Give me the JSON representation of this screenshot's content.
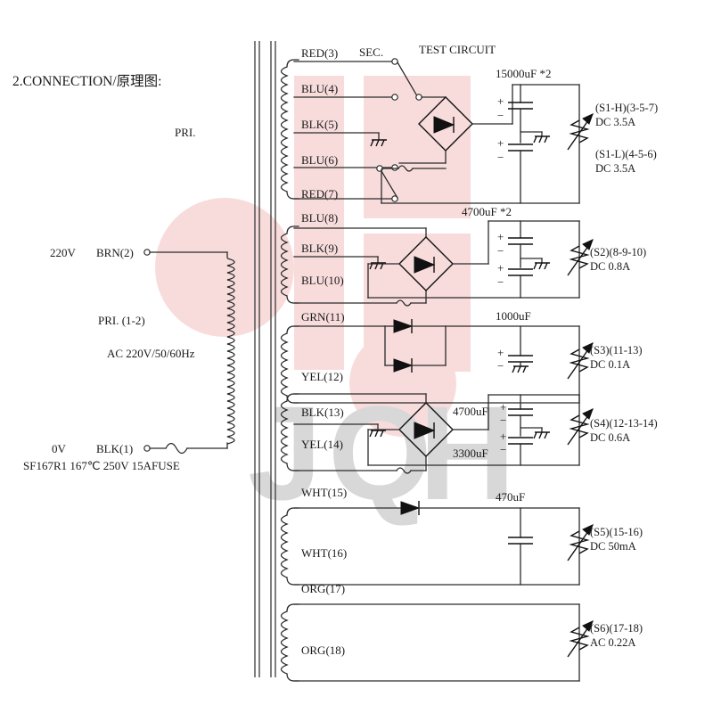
{
  "page": {
    "heading": "2.CONNECTION/原理图:",
    "primary_caption": "PRI.",
    "sec_caption": "SEC.",
    "test_circuit_caption": "TEST CIRCUIT"
  },
  "watermark": {
    "letters": [
      "J",
      "Q",
      "H"
    ],
    "circle_color": "#f8dcdc",
    "bar_color": "#f8dcdc",
    "letter_color": "#d8d8d8"
  },
  "primary": {
    "left_voltage_top": "220V",
    "left_terminal_top": "BRN(2)",
    "left_voltage_bottom": "0V",
    "left_terminal_bottom": "BLK(1)",
    "winding_label": "PRI. (1-2)",
    "rating": "AC 220V/50/60Hz",
    "fuse": "SF167R1 167℃ 250V 15AFUSE"
  },
  "sections": [
    {
      "id": "s1",
      "taps": [
        "RED(3)",
        "BLU(4)",
        "BLK(5)",
        "BLU(6)",
        "RED(7)"
      ],
      "capacitor_label": "15000uF *2",
      "rectifier": "bridge",
      "outputs": [
        {
          "name": "(S1-H)(3-5-7)",
          "current": "DC 3.5A"
        },
        {
          "name": "(S1-L)(4-5-6)",
          "current": "DC 3.5A"
        }
      ]
    },
    {
      "id": "s2",
      "taps": [
        "BLU(8)",
        "BLK(9)",
        "BLU(10)"
      ],
      "capacitor_label": "4700uF *2",
      "rectifier": "bridge",
      "outputs": [
        {
          "name": "(S2)(8-9-10)",
          "current": "DC 0.8A"
        }
      ]
    },
    {
      "id": "s3",
      "taps": [
        "GRN(11)",
        "YEL(12)"
      ],
      "capacitor_label": "1000uF",
      "rectifier": "dual-diode",
      "outputs": [
        {
          "name": "(S3)(11-13)",
          "current": "DC 0.1A"
        }
      ]
    },
    {
      "id": "s4",
      "taps": [
        "BLK(13)",
        "YEL(14)"
      ],
      "capacitor_label_top": "4700uF",
      "capacitor_label_bottom": "3300uF",
      "rectifier": "bridge",
      "outputs": [
        {
          "name": "(S4)(12-13-14)",
          "current": "DC 0.6A"
        }
      ]
    },
    {
      "id": "s5",
      "taps": [
        "WHT(15)",
        "WHT(16)"
      ],
      "capacitor_label": "470uF",
      "rectifier": "single-diode",
      "outputs": [
        {
          "name": "(S5)(15-16)",
          "current": "DC 50mA"
        }
      ]
    },
    {
      "id": "s6",
      "taps": [
        "ORG(17)",
        "ORG(18)"
      ],
      "capacitor_label": "",
      "rectifier": "none",
      "outputs": [
        {
          "name": "(S6)(17-18)",
          "current": "AC 0.22A"
        }
      ]
    }
  ]
}
